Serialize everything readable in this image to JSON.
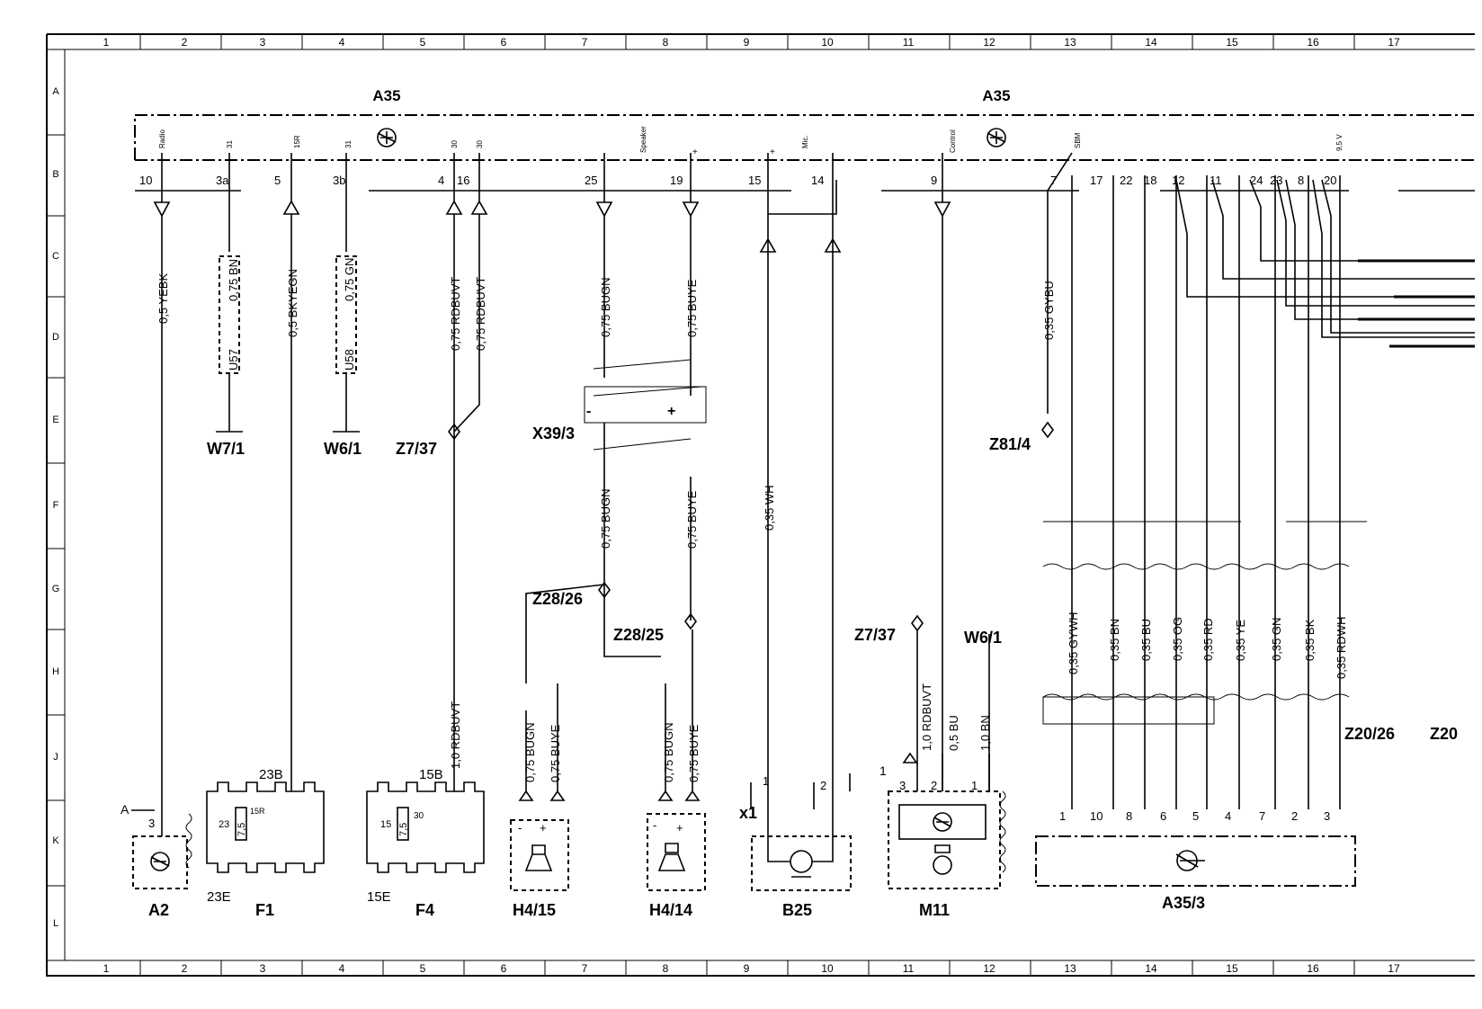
{
  "grid": {
    "cols": [
      "1",
      "2",
      "3",
      "4",
      "5",
      "6",
      "7",
      "8",
      "9",
      "10",
      "11",
      "12",
      "13",
      "14",
      "15",
      "16",
      "17"
    ],
    "rows": [
      "A",
      "B",
      "C",
      "D",
      "E",
      "F",
      "G",
      "H",
      "J",
      "K",
      "L"
    ]
  },
  "modules": [
    {
      "id": "a35-left",
      "title": "A35"
    },
    {
      "id": "a35-right",
      "title": "A35"
    }
  ],
  "pins": [
    {
      "id": "10",
      "label": "Radio"
    },
    {
      "id": "3a",
      "label": "31"
    },
    {
      "id": "5",
      "label": "15R"
    },
    {
      "id": "3b",
      "label": "31"
    },
    {
      "id": "4",
      "label": "30"
    },
    {
      "id": "16",
      "label": "30"
    },
    {
      "id": "25",
      "label": "Speaker"
    },
    {
      "id": "19",
      "label": "+"
    },
    {
      "id": "15",
      "label": "+"
    },
    {
      "id": "14",
      "label": "Mic."
    },
    {
      "id": "9",
      "label": "Control"
    },
    {
      "id": "7",
      "label": "SBM"
    },
    {
      "id": "8",
      "label": "9,5 V"
    },
    {
      "id": "17",
      "label": ""
    },
    {
      "id": "22",
      "label": ""
    },
    {
      "id": "18",
      "label": ""
    },
    {
      "id": "12",
      "label": ""
    },
    {
      "id": "11",
      "label": ""
    },
    {
      "id": "24",
      "label": ""
    },
    {
      "id": "23",
      "label": ""
    },
    {
      "id": "20",
      "label": ""
    }
  ],
  "wires": [
    "0,5 YEBK",
    "0,75 BN",
    "0,5 BKYEGN",
    "0,75 GN",
    "0,75 RDBUVT",
    "0,75 RDBUVT",
    "0,75 BUGN",
    "0,75 BUYE",
    "0,75 BUGN",
    "0,75 BUYE",
    "0,35 WH",
    "0,35 GYBU",
    "1,0 RDBUVT",
    "0,75 BUGN",
    "0,75 BUYE",
    "0,75 BUGN",
    "0,75 BUYE",
    "1,0 RDBUVT",
    "0,5 BU",
    "1,0 BN",
    "0,35 GYWH",
    "0,35 BN",
    "0,35 BU",
    "0,35 OG",
    "0,35 RD",
    "0,35 YE",
    "0,35 GN",
    "0,35 BK",
    "0,35 RDWH"
  ],
  "connectors": [
    "U57",
    "U58"
  ],
  "splices": [
    "Z7/37",
    "X39/3",
    "Z28/26",
    "Z28/25",
    "Z81/4",
    "Z7/37",
    "Z20/26",
    "Z20"
  ],
  "grounds": [
    "W7/1",
    "W6/1",
    "W6/1"
  ],
  "components": [
    {
      "id": "A2",
      "label": "A2"
    },
    {
      "id": "F1",
      "label": "F1"
    },
    {
      "id": "F4",
      "label": "F4"
    },
    {
      "id": "H4/15",
      "label": "H4/15"
    },
    {
      "id": "H4/14",
      "label": "H4/14"
    },
    {
      "id": "B25",
      "label": "B25"
    },
    {
      "id": "M11",
      "label": "M11"
    },
    {
      "id": "A35/3",
      "label": "A35/3"
    }
  ],
  "fuse_labels": {
    "f1_top": "23B",
    "f1_bottom": "23E",
    "f1_left": "23",
    "f1_value": "7,5",
    "f1_right": "15R",
    "f4_top": "15B",
    "f4_bottom": "15E",
    "f4_left": "15",
    "f4_value": "7,5",
    "f4_right": "30"
  },
  "misc_labels": {
    "a2_pin": "3",
    "a2_conn": "A",
    "x1": "x1",
    "b25_pin1": "1",
    "b25_pin2": "2",
    "m11_pin3": "3",
    "m11_pin2": "2",
    "m11_pin1": "1",
    "m11_top": "1",
    "minus": "-",
    "plus": "+",
    "a353_pins": [
      "1",
      "10",
      "8",
      "6",
      "5",
      "4",
      "7",
      "2",
      "3"
    ]
  }
}
